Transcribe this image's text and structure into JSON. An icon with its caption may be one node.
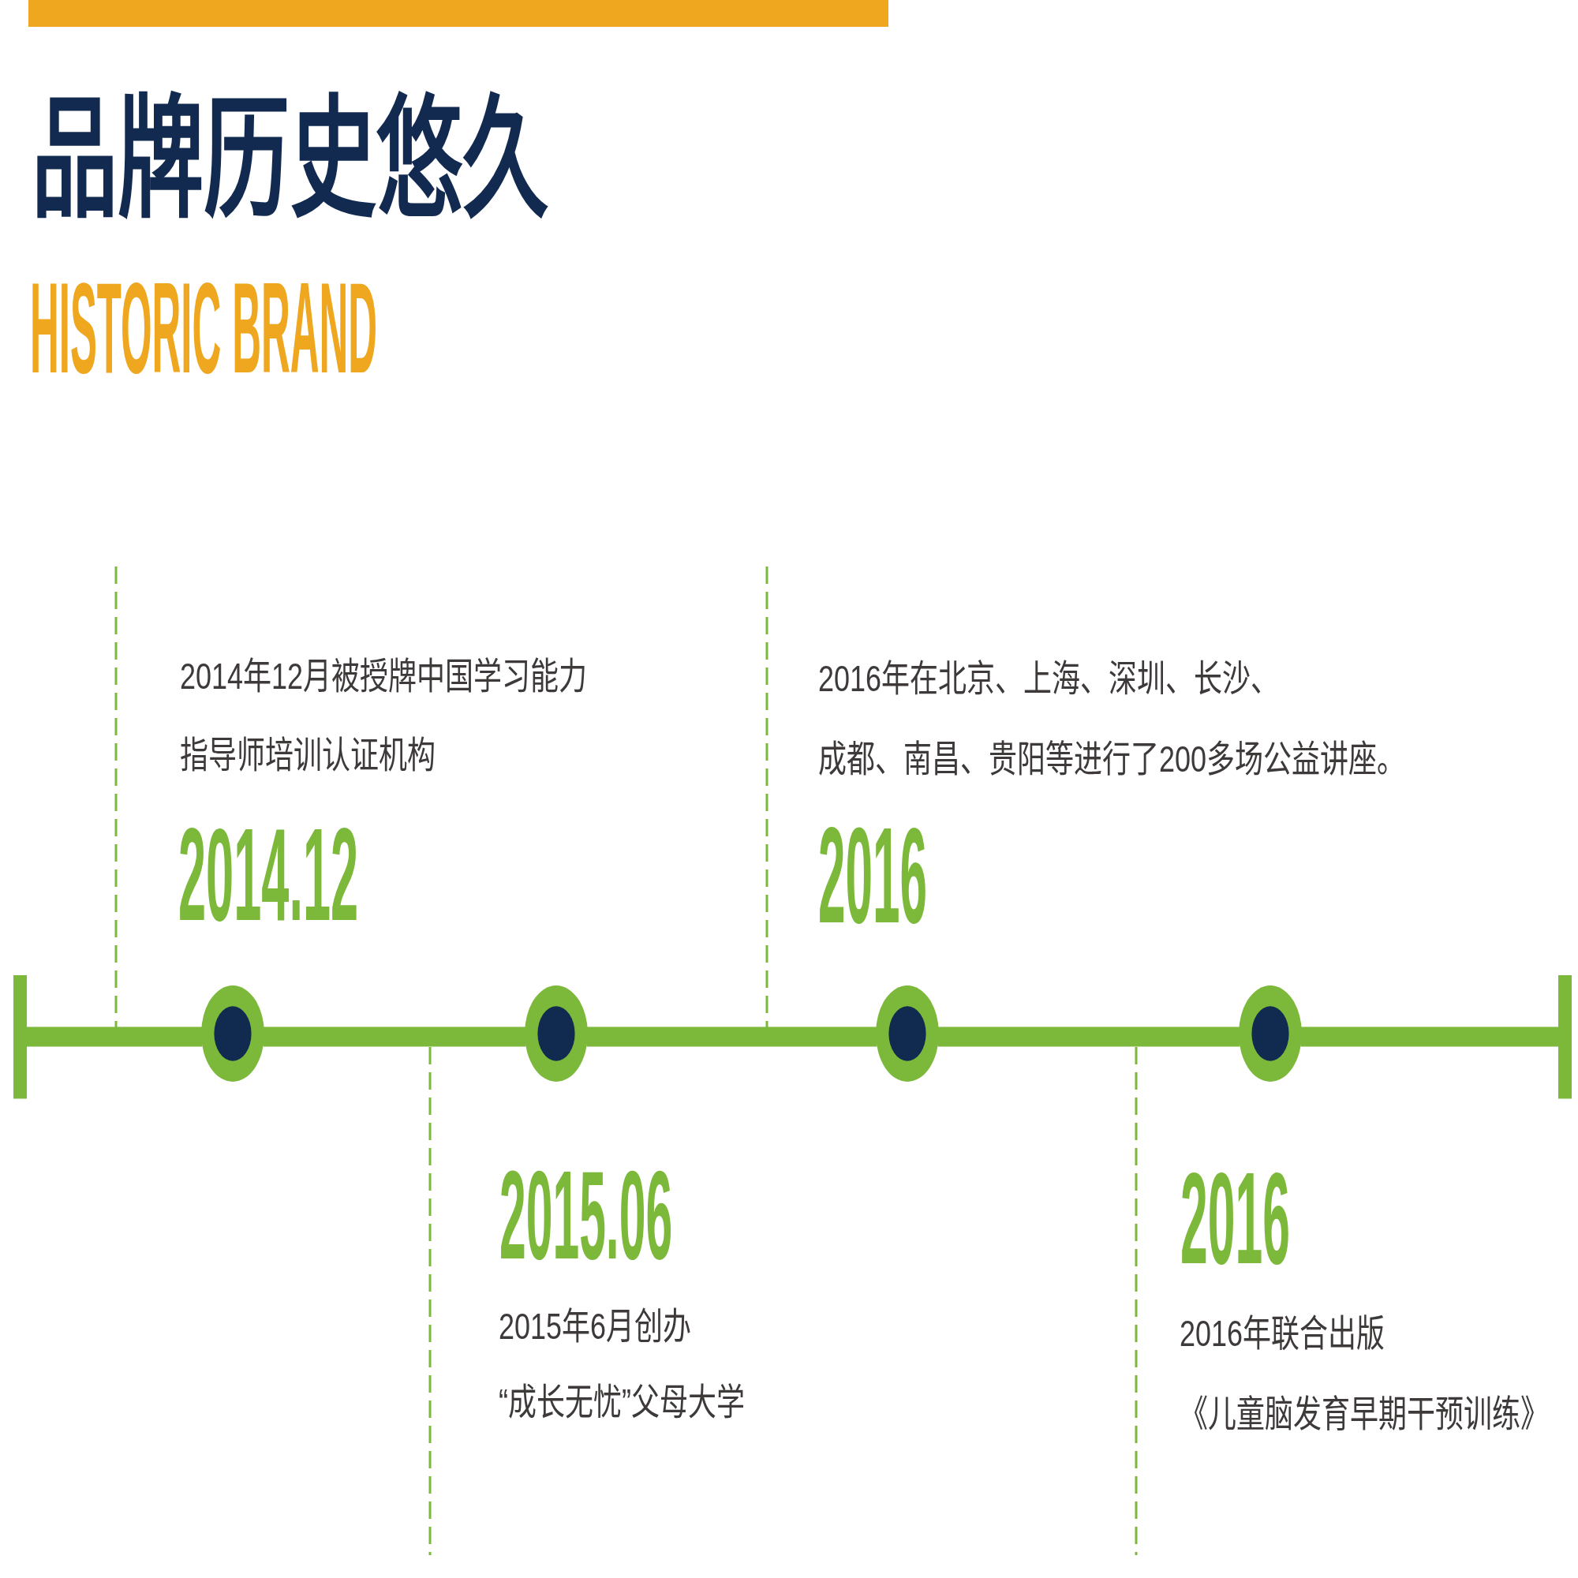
{
  "diagram": {
    "title": "品牌历史悠久",
    "nodes": [
      {
        "text": [],
        "shape": "circle",
        "beside": [
          "2014年12月被授牌中国学习能力指导师培训认证机构",
          "2014.12"
        ]
      },
      {
        "text": [],
        "shape": "circle",
        "beside": [
          "2015.06",
          "2015年6月创办“成长无忧”父母大学"
        ]
      },
      {
        "text": [],
        "shape": "circle",
        "beside": [
          "2016年在北京、上海、深圳、长沙、成都、南昌、贵阳等进行了200多场公益讲座。",
          "2016"
        ]
      },
      {
        "text": [],
        "shape": "circle",
        "beside": [
          "2016",
          "2016年联合出版《儿童脑发育早期干预训练》"
        ]
      }
    ],
    "edges": [
      {
        "from": null,
        "to": 0,
        "arrow": "other"
      },
      {
        "from": 0,
        "to": 1,
        "arrow": "none"
      },
      {
        "from": 1,
        "to": 2,
        "arrow": "none"
      },
      {
        "from": 2,
        "to": 3,
        "arrow": "none"
      },
      {
        "from": 3,
        "to": null,
        "arrow": "other"
      }
    ],
    "labels": [
      "HISTORIC BRAND"
    ]
  }
}
